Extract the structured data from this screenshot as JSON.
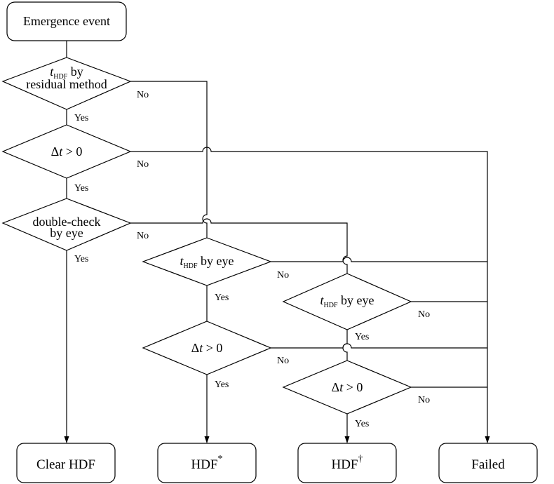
{
  "nodes": {
    "start": "Emergence event",
    "d1": {
      "var": "t",
      "sub": "HDF",
      "line1_rest": " by",
      "line2": "residual method"
    },
    "d2": {
      "delta": "Δ",
      "var": "t",
      "rest": " > 0"
    },
    "d3": {
      "line1": "double-check",
      "line2": "by eye"
    },
    "d4": {
      "var": "t",
      "sub": "HDF",
      "rest": " by eye"
    },
    "d5": {
      "delta": "Δ",
      "var": "t",
      "rest": " > 0"
    },
    "d6": {
      "var": "t",
      "sub": "HDF",
      "rest": " by eye"
    },
    "d7": {
      "delta": "Δ",
      "var": "t",
      "rest": " > 0"
    }
  },
  "terminals": {
    "clear": "Clear HDF",
    "hdf_star": {
      "base": "HDF",
      "sup": "*"
    },
    "hdf_dagger": {
      "base": "HDF",
      "sup": "†"
    },
    "failed": "Failed"
  },
  "edge_labels": {
    "yes": "Yes",
    "no": "No"
  }
}
